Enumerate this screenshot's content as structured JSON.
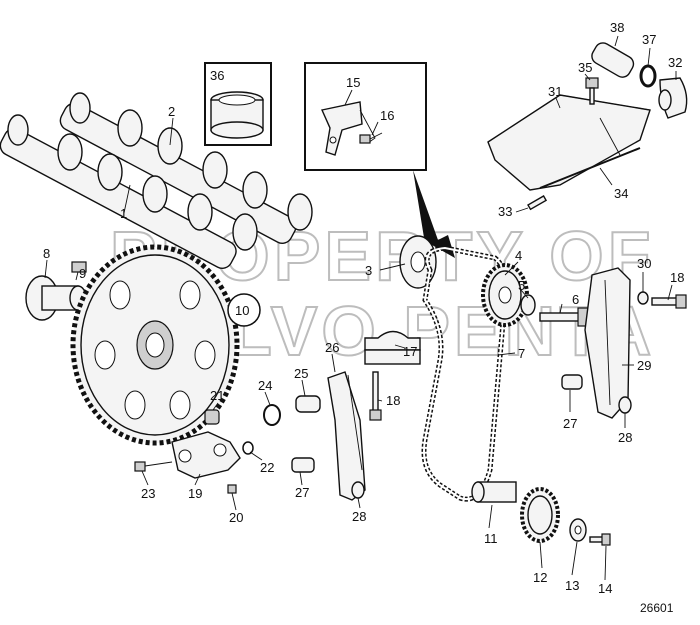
{
  "watermark": {
    "line1": "PROPERTY OF",
    "line2": "VOLVO PENTA"
  },
  "reference_number": "26601",
  "callouts": [
    "1",
    "2",
    "3",
    "4",
    "5",
    "6",
    "7",
    "8",
    "9",
    "10",
    "11",
    "12",
    "13",
    "14",
    "15",
    "16",
    "17",
    "18",
    "18",
    "19",
    "20",
    "21",
    "22",
    "23",
    "24",
    "25",
    "26",
    "27",
    "27",
    "28",
    "28",
    "29",
    "30",
    "31",
    "32",
    "33",
    "34",
    "35",
    "36",
    "37",
    "38"
  ],
  "parts": {
    "camshaft_exhaust": "1",
    "camshaft_intake": "2",
    "disc": "3",
    "sprocket_upper": "4",
    "washer_upper": "5",
    "bolt_sprocket": "6",
    "timing_chain": "7",
    "hub": "8",
    "hub_bolt": "9",
    "gear": "10",
    "bushing": "11",
    "sprocket_lower": "12",
    "washer_lower": "13",
    "bolt_lower": "14",
    "bracket": "15",
    "bracket_screw": "16",
    "bearing_cap": "17",
    "screw_cap": "18",
    "screw_rail": "18",
    "tensioner_housing": "19",
    "nipple": "20",
    "tensioner_plug": "21",
    "seal_ring": "22",
    "tensioner_screw": "23",
    "o_ring": "24",
    "tensioner_piston": "25",
    "tensioner_rail": "26",
    "pin_left": "27",
    "pin_right": "27",
    "washer_left": "28",
    "washer_right": "28",
    "guide_rail": "29",
    "guide_washer": "30",
    "cover": "31",
    "elbow": "32",
    "stud": "33",
    "gasket": "34",
    "cover_screw": "35",
    "seal": "36",
    "clamp": "37",
    "hose": "38"
  }
}
